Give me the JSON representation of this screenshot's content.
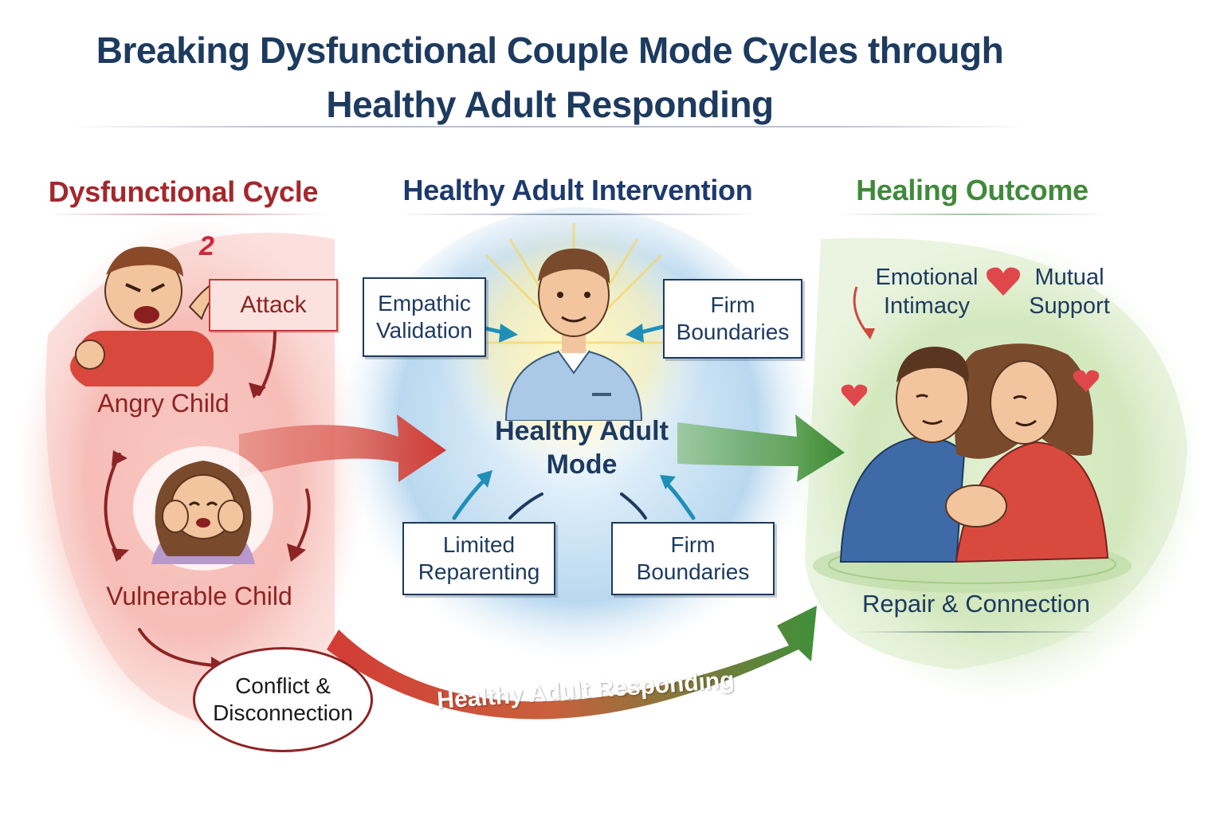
{
  "title": {
    "line1": "Breaking Dysfunctional Couple Mode Cycles through",
    "line2": "Healthy Adult Responding"
  },
  "columns": {
    "left": {
      "heading": "Dysfunctional Cycle",
      "color": "#a4272c"
    },
    "middle": {
      "heading": "Healthy Adult Intervention",
      "color": "#1d3a6e"
    },
    "right": {
      "heading": "Healing Outcome",
      "color": "#3f8a3a"
    }
  },
  "dysfunctional": {
    "attack_label": "Attack",
    "angry_child_label": "Angry Child",
    "vulnerable_child_label": "Vulnerable Child",
    "conflict_line1": "Conflict &",
    "conflict_line2": "Disconnection",
    "angry_mark": "2"
  },
  "intervention": {
    "center_line1": "Healthy Adult",
    "center_line2": "Mode",
    "box_top_left": [
      "Empathic",
      "Validation"
    ],
    "box_top_right": [
      "Firm",
      "Boundaries"
    ],
    "box_bottom_left": [
      "Limited",
      "Reparenting"
    ],
    "box_bottom_right": [
      "Firm",
      "Boundaries"
    ]
  },
  "outcome": {
    "emotional_intimacy": [
      "Emotional",
      "Intimacy"
    ],
    "mutual_support": [
      "Mutual",
      "Support"
    ],
    "repair_label": "Repair & Connection"
  },
  "bottom_arrow_label": "Healthy Adult Responding",
  "colors": {
    "red": "#c63a35",
    "dark_red": "#8c2424",
    "blue": "#1d3a5f",
    "teal_arrow": "#1f8fb8",
    "green": "#3f8a3a",
    "heart": "#e0474c"
  },
  "icons": {
    "angry_child": "angry-boy-illustration",
    "vulnerable_child": "crying-girl-illustration",
    "healthy_adult": "calm-man-illustration",
    "couple": "embracing-couple-illustration",
    "heart": "heart-icon"
  }
}
